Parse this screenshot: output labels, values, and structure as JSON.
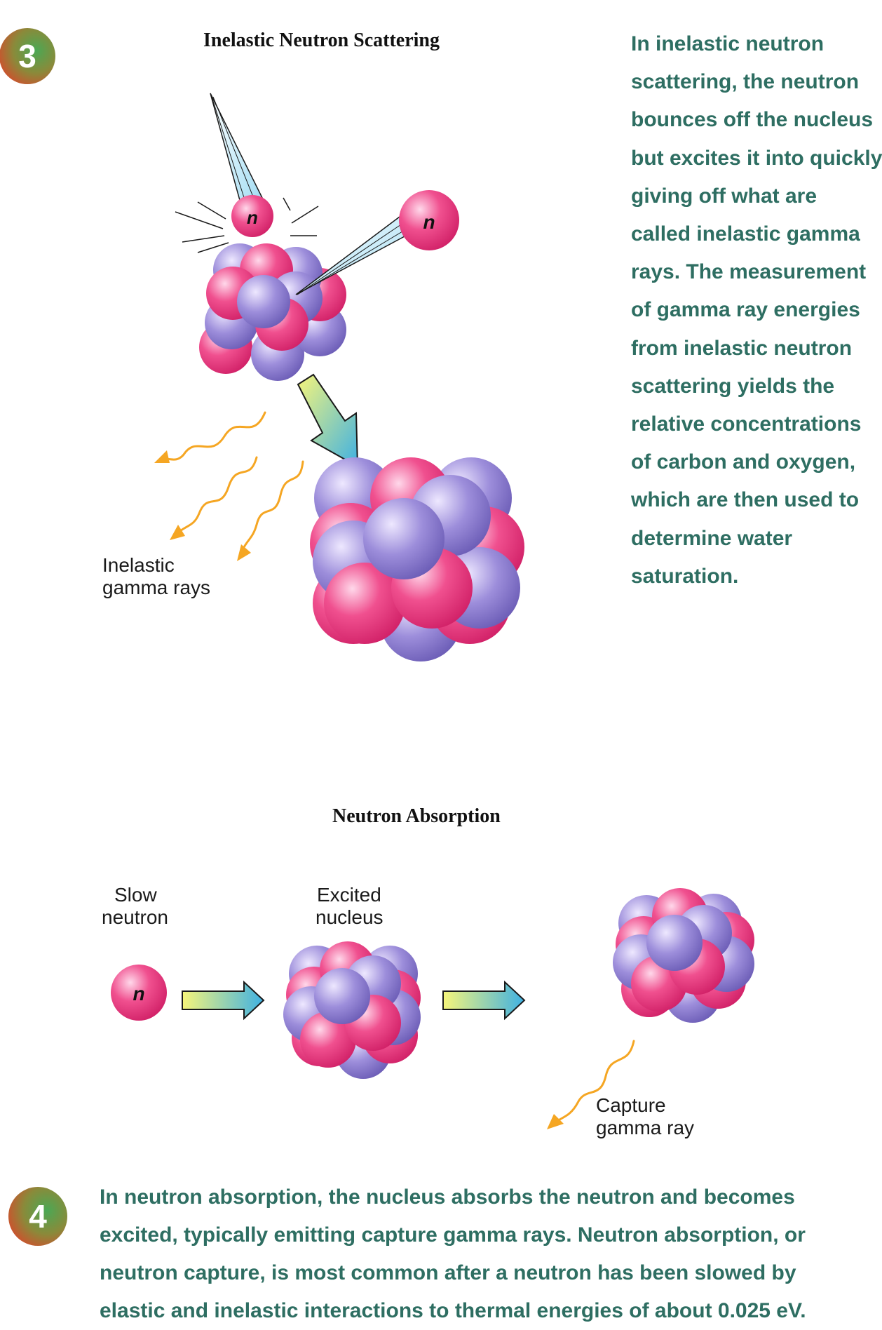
{
  "step3": {
    "number": "3",
    "title": "Inelastic Neutron Scattering",
    "neutron_symbol": "n",
    "gamma_label": [
      "Inelastic",
      "gamma rays"
    ],
    "description_lines": [
      "In inelastic neutron",
      "scattering, the neutron",
      "bounces off the nucleus",
      "but excites it into quickly",
      "giving off what are",
      "called inelastic gamma",
      "rays. The measurement",
      "of gamma ray energies",
      "from inelastic neutron",
      "scattering yields the",
      "relative concentrations",
      "of carbon and oxygen,",
      "which are then used to",
      "determine water",
      "saturation."
    ]
  },
  "absorption": {
    "title": "Neutron Absorption",
    "slow_neutron_label": [
      "Slow",
      "neutron"
    ],
    "excited_label": [
      "Excited",
      "nucleus"
    ],
    "capture_label": [
      "Capture",
      "gamma ray"
    ],
    "neutron_symbol": "n"
  },
  "step4": {
    "number": "4",
    "description_lines": [
      "In neutron absorption, the nucleus absorbs the neutron and becomes",
      "excited, typically emitting capture gamma rays. Neutron absorption, or",
      "neutron capture, is most common after a neutron has been slowed by",
      "elastic and inelastic interactions to thermal energies of about 0.025 eV."
    ]
  },
  "colors": {
    "text_teal": "#2e6e62",
    "proton_pink": "#e8337a",
    "neutron_purple": "#8e7fd0",
    "gamma_orange": "#f5a623",
    "arrow_cyan": "#4fb3e0",
    "arrow_yellow": "#eef27a"
  }
}
